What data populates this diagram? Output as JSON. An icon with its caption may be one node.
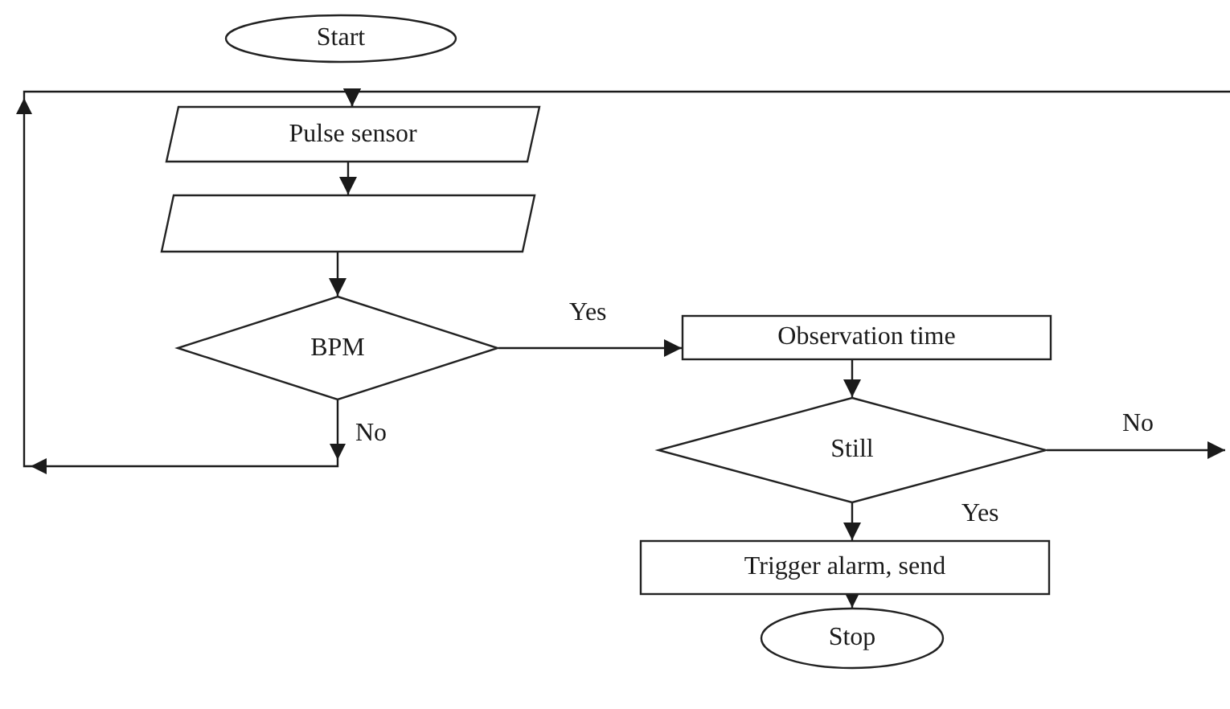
{
  "diagram": {
    "nodes": [
      {
        "text": [
          "Start"
        ]
      },
      {
        "text": [
          "Pulse sensor"
        ]
      },
      {
        "text": [],
        "shape": "parallelogram"
      },
      {
        "text": [
          "BPM"
        ]
      },
      {
        "text": [
          "Observation time"
        ]
      },
      {
        "text": [
          "Still"
        ]
      },
      {
        "text": [
          "Trigger alarm, send"
        ]
      },
      {
        "text": [
          "Stop"
        ]
      }
    ],
    "edges": [
      {
        "from": 1,
        "to": 2,
        "arrow": "to"
      },
      {
        "from": 2,
        "to": 3,
        "arrow": "to"
      },
      {
        "from": 3,
        "to": 4,
        "arrow": "to",
        "label": "Yes"
      },
      {
        "from": 3,
        "to": 1,
        "arrow": "to",
        "label": "No"
      },
      {
        "from": 4,
        "to": 5,
        "arrow": "to"
      },
      {
        "from": 5,
        "to": null,
        "arrow": "to",
        "label": "No"
      },
      {
        "from": null,
        "to": 1,
        "arrow": "to"
      },
      {
        "from": 5,
        "to": 6,
        "arrow": "to",
        "label": "Yes"
      },
      {
        "from": 6,
        "to": 7,
        "arrow": "to"
      }
    ]
  }
}
